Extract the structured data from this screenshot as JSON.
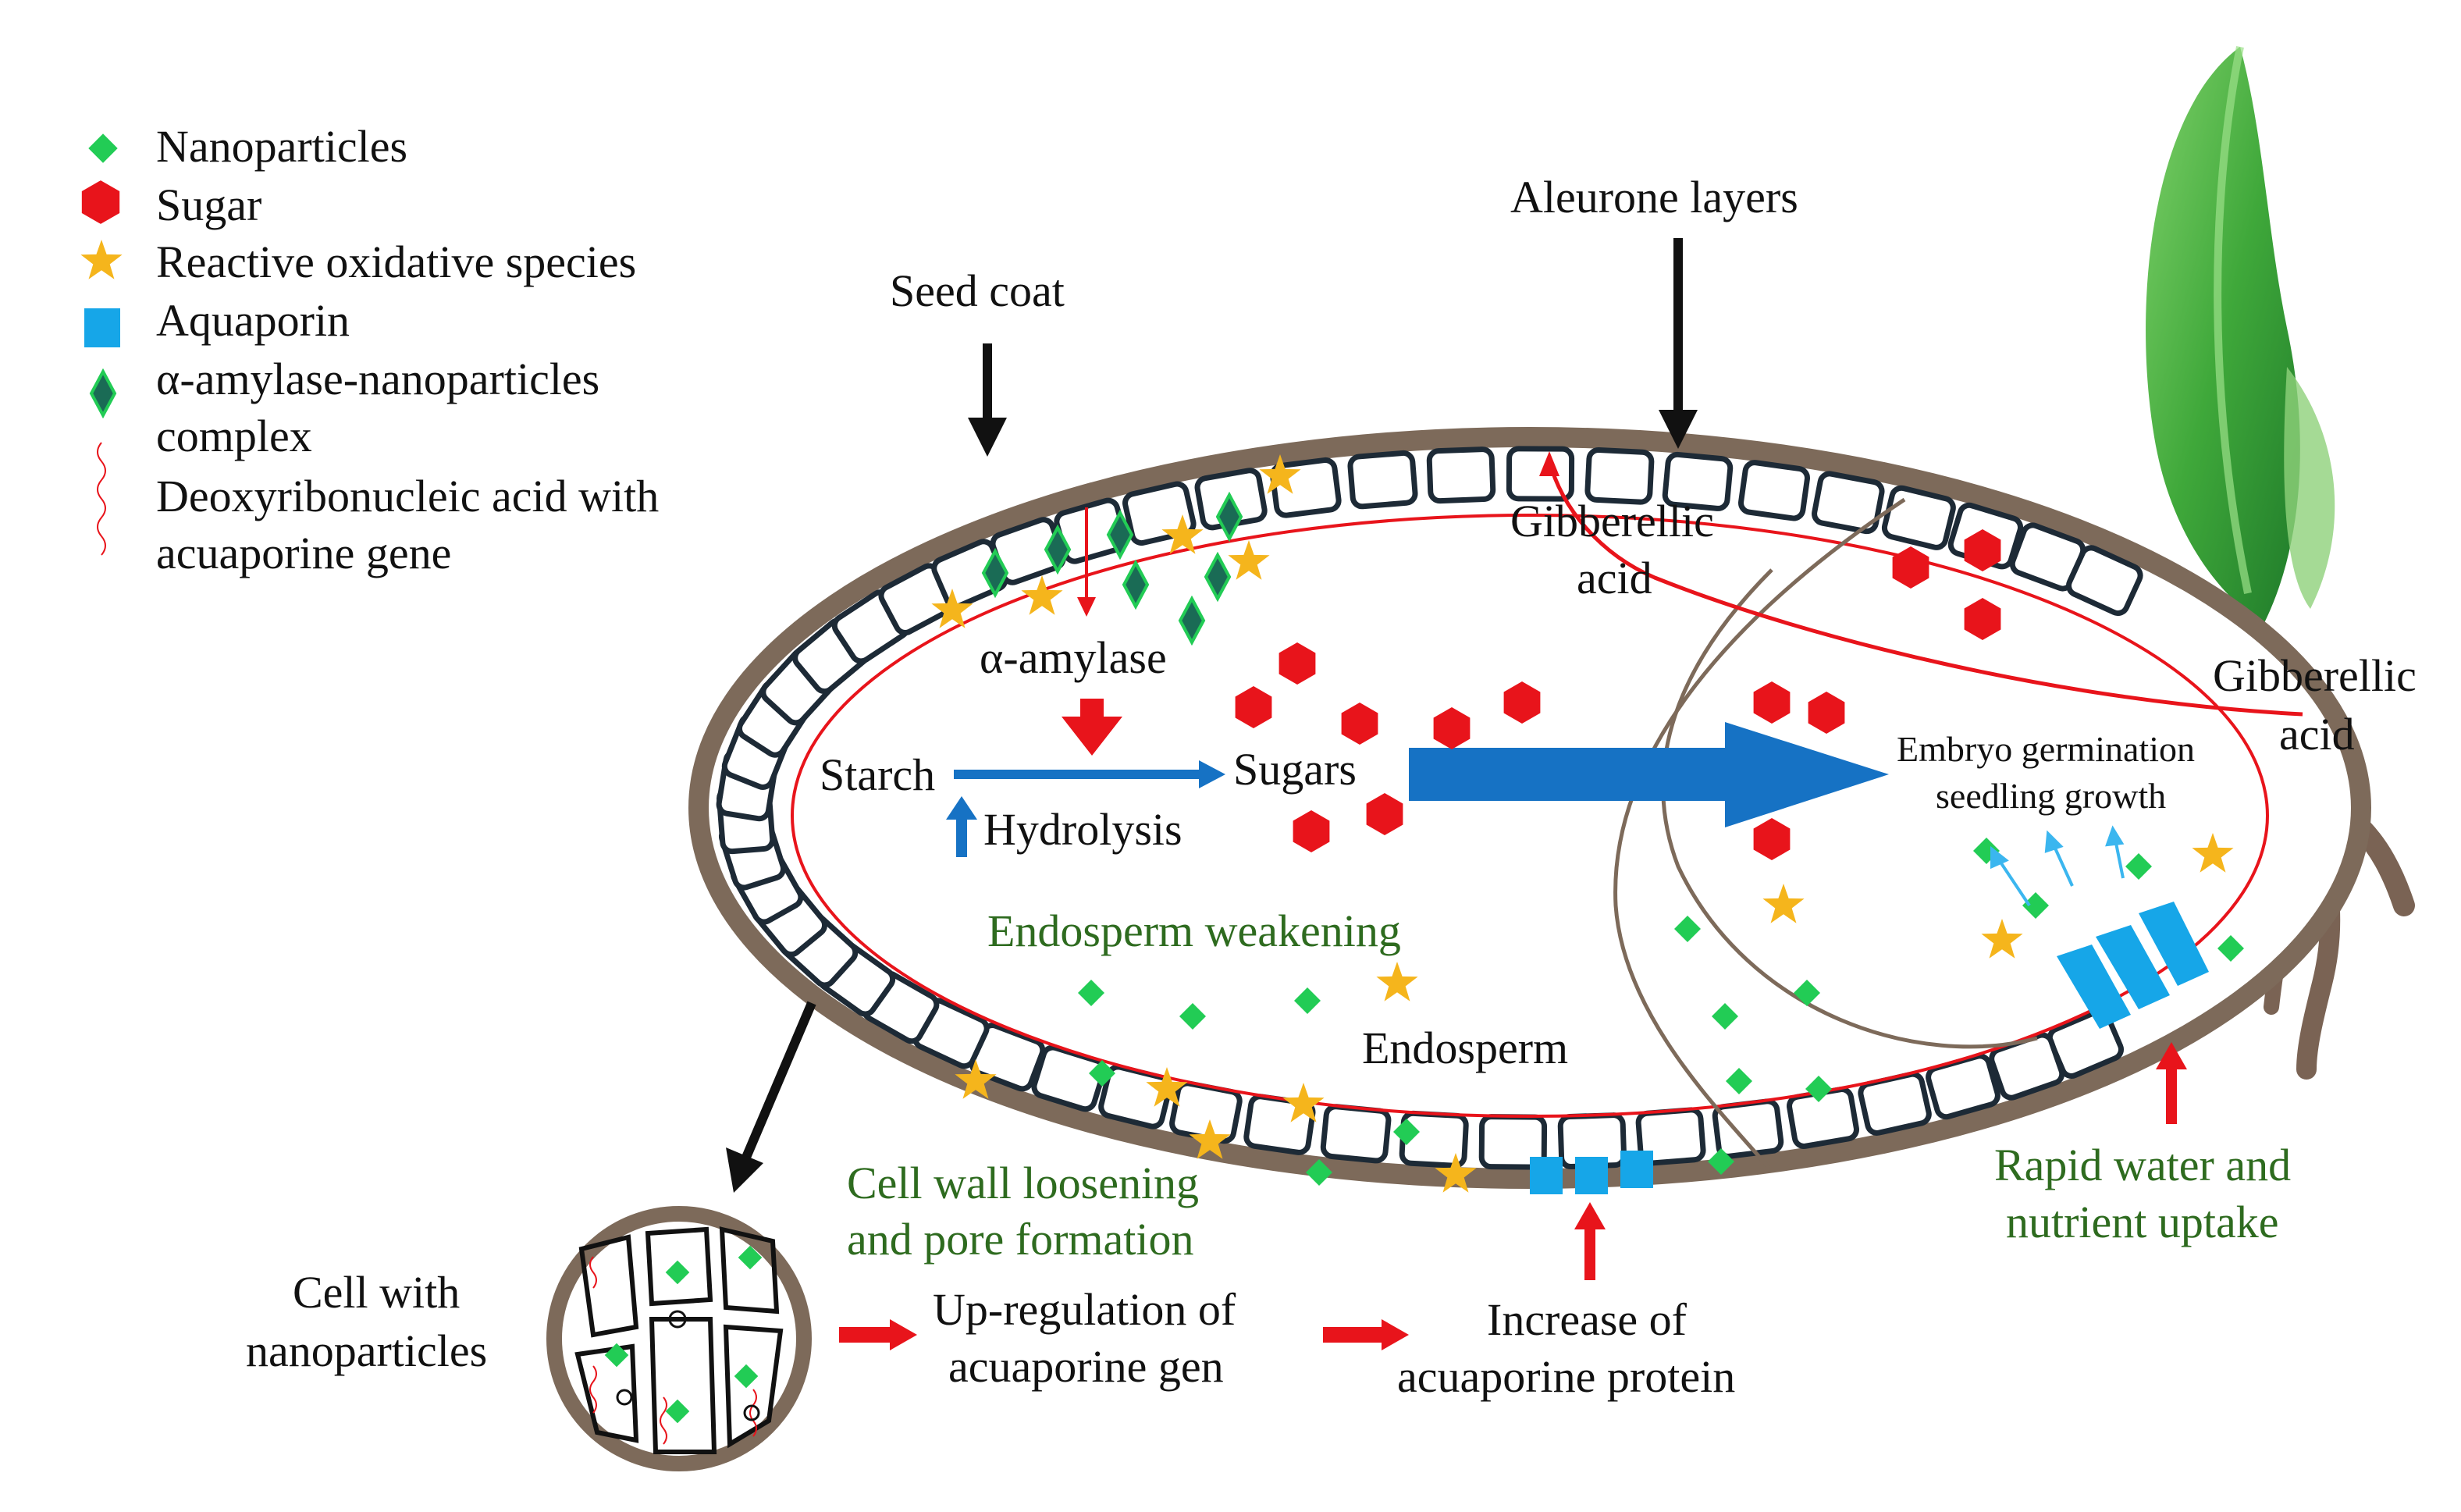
{
  "legend": {
    "nanoparticles": "Nanoparticles",
    "sugar": "Sugar",
    "ros": "Reactive oxidative species",
    "aquaporin": "Aquaporin",
    "complex_line1": "α-amylase-nanoparticles",
    "complex_line2": "complex",
    "dna_line1": "Deoxyribonucleic acid with",
    "dna_line2": "acuaporine gene"
  },
  "labels": {
    "seed_coat": "Seed coat",
    "aleurone_layers": "Aleurone layers",
    "gibberellic_inner_1": "Gibberellic",
    "gibberellic_inner_2": "acid",
    "gibberellic_outer_1": "Gibberellic",
    "gibberellic_outer_2": "acid",
    "alpha_amylase": "α-amylase",
    "starch": "Starch",
    "sugars": "Sugars",
    "hydrolysis": "Hydrolysis",
    "embryo_1": "Embryo germination",
    "embryo_2": "seedling growth",
    "endosperm_weakening": "Endosperm weakening",
    "endosperm": "Endosperm",
    "cell_wall_1": "Cell wall loosening",
    "cell_wall_2": "and pore formation",
    "rapid_1": "Rapid water and",
    "rapid_2": "nutrient uptake",
    "cell_with_1": "Cell with",
    "cell_with_2": "nanoparticles",
    "upreg_1": "Up-regulation of",
    "upreg_2": "acuaporine gen",
    "increase_1": "Increase of",
    "increase_2": "acuaporine protein"
  },
  "colors": {
    "nanoparticle": "#22cc55",
    "sugar": "#e8141b",
    "ros": "#f5b51c",
    "aquaporin": "#16a6e8",
    "complex": "#1a6b55",
    "seed_coat": "#7d6a5a",
    "arrow_blue": "#1672c4",
    "arrow_red": "#e8141b",
    "label_green": "#2e6b1f",
    "leaf": "#3fa83a"
  }
}
